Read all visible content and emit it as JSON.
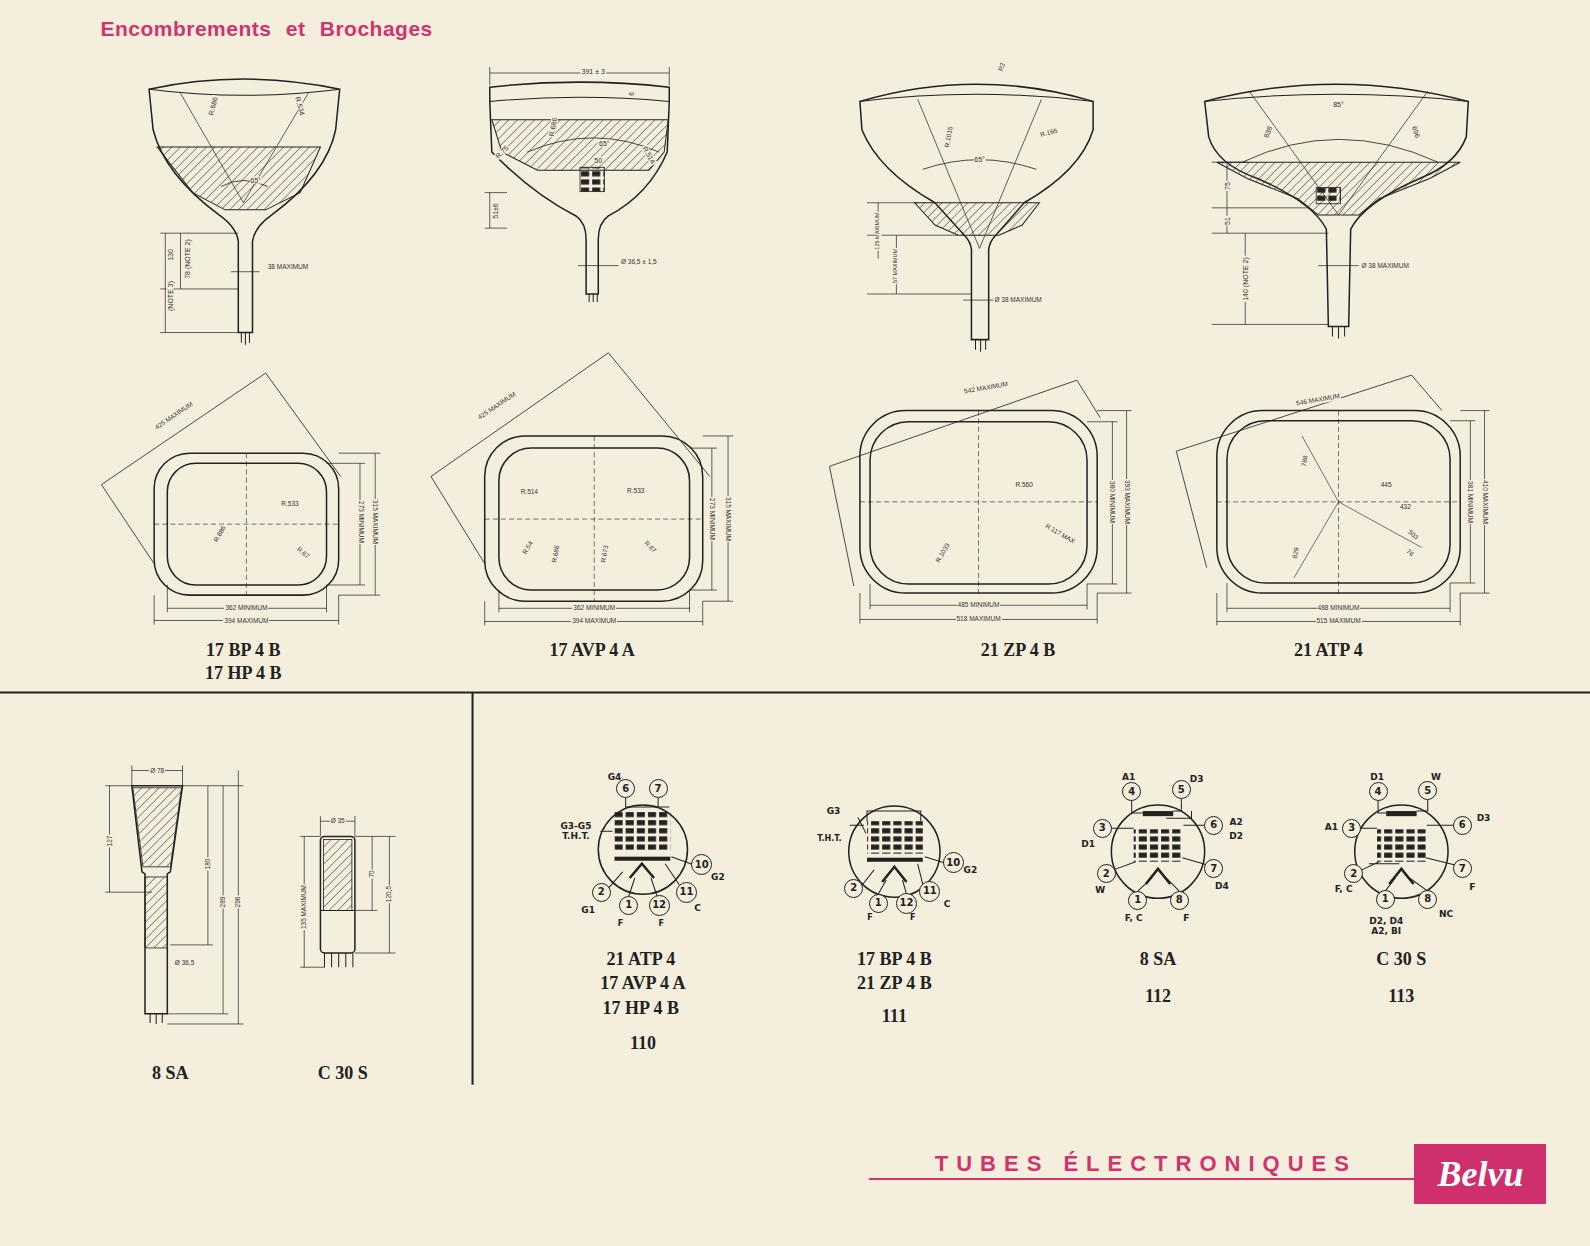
{
  "diagram": {
    "title": "Encombrements et Brochages",
    "nodes": [
      {
        "text": [
          "6"
        ]
      },
      {
        "text": [
          "7"
        ]
      },
      {
        "text": [
          "10"
        ]
      },
      {
        "text": [
          "11"
        ]
      },
      {
        "text": [
          "12"
        ]
      },
      {
        "text": [
          "1"
        ]
      },
      {
        "text": [
          "2"
        ]
      },
      {
        "text": [
          "2"
        ]
      },
      {
        "text": [
          "1"
        ]
      },
      {
        "text": [
          "12"
        ]
      },
      {
        "text": [
          "11"
        ]
      },
      {
        "text": [
          "10"
        ]
      },
      {
        "text": [
          "4"
        ]
      },
      {
        "text": [
          "5"
        ]
      },
      {
        "text": [
          "6"
        ]
      },
      {
        "text": [
          "3"
        ]
      },
      {
        "text": [
          "2"
        ]
      },
      {
        "text": [
          "1"
        ]
      },
      {
        "text": [
          "8"
        ]
      },
      {
        "text": [
          "7"
        ]
      },
      {
        "text": [
          "4"
        ]
      },
      {
        "text": [
          "5"
        ]
      },
      {
        "text": [
          "6"
        ]
      },
      {
        "text": [
          "3"
        ]
      },
      {
        "text": [
          "2"
        ]
      },
      {
        "text": [
          "1"
        ]
      },
      {
        "text": [
          "8"
        ]
      },
      {
        "text": [
          "7"
        ]
      },
      {
        "text": [
          "Belvu"
        ]
      }
    ],
    "labels": [
      "R.686",
      "R.534",
      "65°",
      "130",
      "(NOTE 3)",
      "78 (NOTE 2)",
      "38 MAXIMUM",
      "425 MAXIMUM",
      "R.533",
      "R.686",
      "R.67",
      "273 MINIMUM",
      "315 MAXIMUM",
      "362 MINIMUM",
      "394 MAXIMUM",
      "17 BP 4 B",
      "17 HP 4 B",
      "391 ± 3",
      "6",
      "R.686",
      "R.75",
      "65°",
      "50",
      "R.514",
      "51±6",
      "Ø 36,5 ± 1,5",
      "425 MAXIMUM",
      "R.514",
      "R.533",
      "R.54",
      "R.686",
      "R.673",
      "R.67",
      "273 MINIMUM",
      "315 MAXIMUM",
      "362 MINIMUM",
      "394 MAXIMUM",
      "17 AVP 4 A",
      "R2",
      "R.1015",
      "R.165",
      "65°",
      "125 MAXIMUM",
      "57 MAXIMUM",
      "Ø 38 MAXIMUM",
      "542 MAXIMUM",
      "R.560",
      "R.1033",
      "R.117 MAX",
      "360 MINIMUM",
      "393 MAXIMUM",
      "485 MINIMUM",
      "518 MAXIMUM",
      "21 ZP 4 B",
      "838",
      "85°",
      "696",
      "75",
      "51",
      "140 (NOTE 2)",
      "Ø 38 MAXIMUM",
      "546 MAXIMUM",
      "788",
      "445",
      "432",
      "503",
      "76",
      "829",
      "381 MINIMUM",
      "410 MAXIMUM",
      "488 MINIMUM",
      "515 MAXIMUM",
      "21 ATP 4",
      "Ø 78",
      "127",
      "180",
      "289",
      "296",
      "Ø 36,5",
      "8 SA",
      "Ø 35",
      "70",
      "120,5",
      "135 MAXIMUM",
      "C 30 S",
      "G4",
      "G3-G5 T.H.T.",
      "G2",
      "G1",
      "F",
      "F",
      "C",
      "21 ATP 4",
      "17 AVP 4 A",
      "17 HP 4 B",
      "110",
      "G3",
      "T.H.T.",
      "G2",
      "F",
      "F",
      "C",
      "17 BP 4 B",
      "21 ZP 4 B",
      "111",
      "A1",
      "D3",
      "A2",
      "D2",
      "D1",
      "W",
      "F, C",
      "F",
      "D4",
      "8 SA",
      "112",
      "D1",
      "W",
      "D3",
      "A1",
      "F, C",
      "D2, D4 A2, BI",
      "NC",
      "F",
      "C 30 S",
      "113",
      "TUBES ÉLECTRONIQUES"
    ]
  }
}
